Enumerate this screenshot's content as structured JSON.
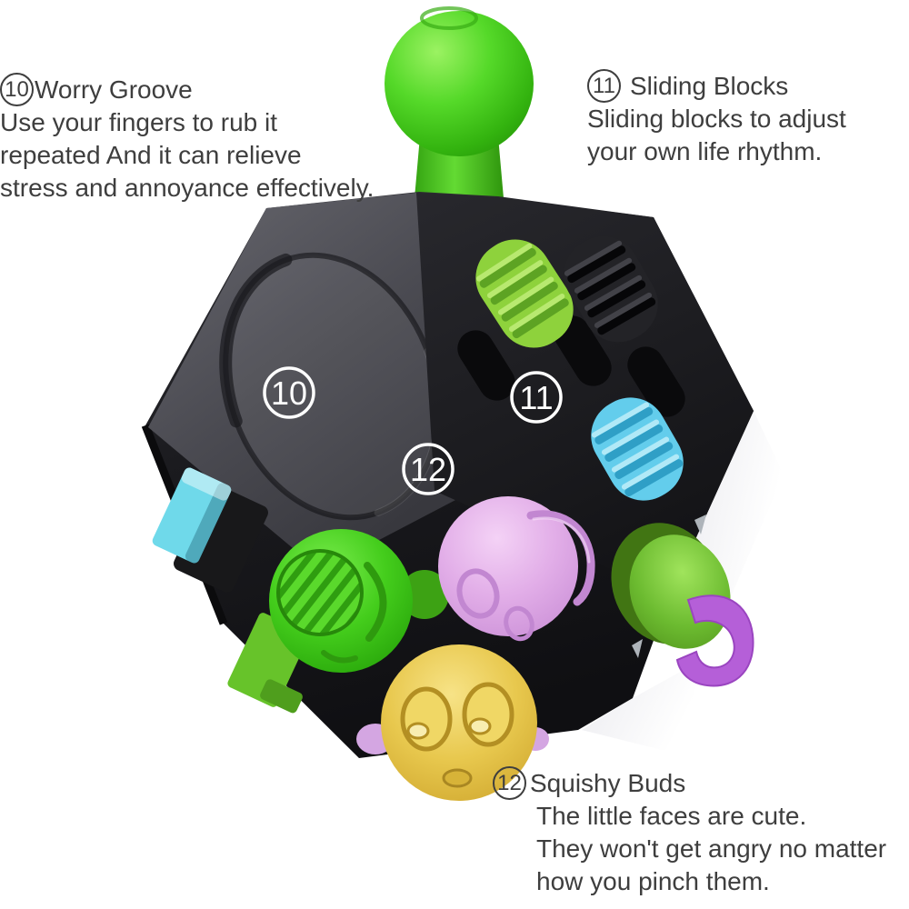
{
  "page": {
    "background": "#ffffff"
  },
  "annotations": {
    "worry_groove": {
      "number": "10",
      "title": "Worry Groove",
      "lines": [
        "Use your fingers to rub it",
        "repeated And it can relieve",
        "stress and annoyance effectively."
      ]
    },
    "sliding_blocks": {
      "number": "11",
      "title": "Sliding Blocks",
      "lines": [
        "Sliding blocks to adjust",
        "your own life rhythm."
      ]
    },
    "squishy_buds": {
      "number": "12",
      "title": "Squishy Buds",
      "lines": [
        "The little faces are cute.",
        "They won't get angry no matter",
        "how you pinch them."
      ]
    }
  },
  "toy": {
    "labels": {
      "worry_groove": "10",
      "sliding_blocks": "11",
      "squishy_buds": "12"
    },
    "colors": {
      "body_black": "#17171a",
      "face_gray": "#55555b",
      "knob_green": "#4ed321",
      "slider_green": "#8ed23c",
      "slider_black": "#232327",
      "slider_blue": "#63cdec",
      "switch_cyan": "#6fd9ea",
      "wedge_green": "#67c32a",
      "bud_green": "#47cf1d",
      "bud_pink": "#e5b6ea",
      "bud_yellow": "#e9c84e",
      "bud_olive": "#3da214",
      "bud_purple": "#d4a6e2",
      "hook_purple": "#b55fd8",
      "side_knob_green": "#76c530",
      "label_white": "#ffffff",
      "text_gray": "#3e3e3e"
    }
  }
}
